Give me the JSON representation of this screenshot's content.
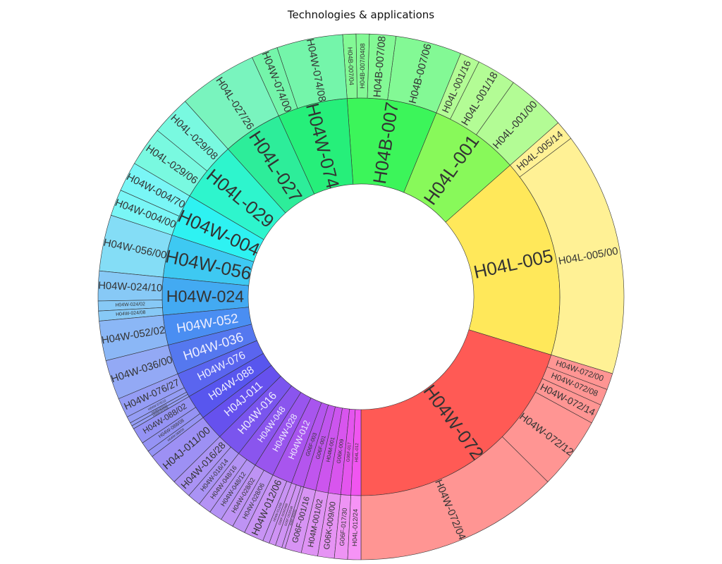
{
  "chart_data": {
    "type": "sunburst",
    "title": "Technologies & applications",
    "inner_ring": [
      {
        "label": "H04W-072",
        "value": 100,
        "color": "#ff5a55"
      },
      {
        "label": "H04L-005",
        "value": 80,
        "color": "#ffe85a"
      },
      {
        "label": "H04L-001",
        "value": 36,
        "color": "#88f95a"
      },
      {
        "label": "H04B-007",
        "value": 36,
        "color": "#3cf55a"
      },
      {
        "label": "H04W-074",
        "value": 28,
        "color": "#26ef7a"
      },
      {
        "label": "H04L-027",
        "value": 24,
        "color": "#2ded9a"
      },
      {
        "label": "H04L-029",
        "value": 24,
        "color": "#2ef5cd"
      },
      {
        "label": "H04W-004",
        "value": 17,
        "color": "#2ef2f2"
      },
      {
        "label": "H04W-056",
        "value": 17,
        "color": "#3ec9f2"
      },
      {
        "label": "H04W-024",
        "value": 15,
        "color": "#43aaf2"
      },
      {
        "label": "H04W-052",
        "value": 12,
        "color": "#4a8ef2"
      },
      {
        "label": "H04W-036",
        "value": 12,
        "color": "#5578ef"
      },
      {
        "label": "H04W-076",
        "value": 10,
        "color": "#5a65ef"
      },
      {
        "label": "H04W-088",
        "value": 10,
        "color": "#5856ee"
      },
      {
        "label": "H04J-011",
        "value": 10,
        "color": "#6651ee"
      },
      {
        "label": "H04W-016",
        "value": 10,
        "color": "#7a55ee"
      },
      {
        "label": "H04W-048",
        "value": 8,
        "color": "#8a55ee"
      },
      {
        "label": "H04W-028",
        "value": 8,
        "color": "#9955ee"
      },
      {
        "label": "H04W-012",
        "value": 8,
        "color": "#a855ee"
      },
      {
        "label": "G06F-003",
        "value": 5,
        "color": "#b455ee"
      },
      {
        "label": "G06F-001",
        "value": 5,
        "color": "#c055ee"
      },
      {
        "label": "H04M-001",
        "value": 5,
        "color": "#cc55ee"
      },
      {
        "label": "G06K-009",
        "value": 5,
        "color": "#d855ee"
      },
      {
        "label": "G06F-017",
        "value": 4,
        "color": "#e455ee"
      },
      {
        "label": "H04L-012",
        "value": 4,
        "color": "#f055f0"
      }
    ],
    "outer_ring": [
      {
        "label": "H04W-072/04",
        "value": 62,
        "parent": "H04W-072"
      },
      {
        "label": "H04W-072/12",
        "value": 22,
        "parent": "H04W-072"
      },
      {
        "label": "H04W-072/14",
        "value": 6,
        "parent": "H04W-072"
      },
      {
        "label": "H04W-072/08",
        "value": 5,
        "parent": "H04W-072"
      },
      {
        "label": "H04W-072/00",
        "value": 5,
        "parent": "H04W-072"
      },
      {
        "label": "H04L-005/00",
        "value": 74,
        "parent": "H04L-005"
      },
      {
        "label": "H04L-005/14",
        "value": 6,
        "parent": "H04L-005"
      },
      {
        "label": "H04L-001/00",
        "value": 18,
        "parent": "H04L-001"
      },
      {
        "label": "H04L-001/18",
        "value": 12,
        "parent": "H04L-001"
      },
      {
        "label": "H04L-001/16",
        "value": 6,
        "parent": "H04L-001"
      },
      {
        "label": "H04B-007/06",
        "value": 20,
        "parent": "H04B-007"
      },
      {
        "label": "H04B-007/08",
        "value": 8,
        "parent": "H04B-007"
      },
      {
        "label": "H04B-007/0408",
        "value": 4,
        "parent": "H04B-007"
      },
      {
        "label": "H04B-007/04",
        "value": 4,
        "parent": "H04B-007"
      },
      {
        "label": "H04W-074/08",
        "value": 20,
        "parent": "H04W-074"
      },
      {
        "label": "H04W-074/00",
        "value": 8,
        "parent": "H04W-074"
      },
      {
        "label": "H04L-027/26",
        "value": 24,
        "parent": "H04L-027"
      },
      {
        "label": "H04L-029/08",
        "value": 12,
        "parent": "H04L-029"
      },
      {
        "label": "H04L-029/06",
        "value": 12,
        "parent": "H04L-029"
      },
      {
        "label": "H04W-004/70",
        "value": 9,
        "parent": "H04W-004"
      },
      {
        "label": "H04W-004/00",
        "value": 8,
        "parent": "H04W-004"
      },
      {
        "label": "H04W-056/00",
        "value": 17,
        "parent": "H04W-056"
      },
      {
        "label": "H04W-024/10",
        "value": 9,
        "parent": "H04W-024"
      },
      {
        "label": "H04W-024/02",
        "value": 3,
        "parent": "H04W-024"
      },
      {
        "label": "H04W-024/08",
        "value": 3,
        "parent": "H04W-024"
      },
      {
        "label": "H04W-052/02",
        "value": 12,
        "parent": "H04W-052"
      },
      {
        "label": "H04W-036/00",
        "value": 12,
        "parent": "H04W-036"
      },
      {
        "label": "H04W-076/27",
        "value": 6,
        "parent": "H04W-076"
      },
      {
        "label": "H04W-076/10",
        "value": 2,
        "parent": "H04W-076"
      },
      {
        "label": "H04W-076/14",
        "value": 1,
        "parent": "H04W-076"
      },
      {
        "label": "H04W-076/28",
        "value": 1,
        "parent": "H04W-076"
      },
      {
        "label": "H04W-088/02",
        "value": 5,
        "parent": "H04W-088"
      },
      {
        "label": "H04W-088/08",
        "value": 3,
        "parent": "H04W-088"
      },
      {
        "label": "H04W-088/06",
        "value": 2,
        "parent": "H04W-088"
      },
      {
        "label": "H04J-011/00",
        "value": 10,
        "parent": "H04J-011"
      },
      {
        "label": "H04W-016/28",
        "value": 6,
        "parent": "H04W-016"
      },
      {
        "label": "H04W-016/14",
        "value": 4,
        "parent": "H04W-016"
      },
      {
        "label": "H04W-048/16",
        "value": 4,
        "parent": "H04W-048"
      },
      {
        "label": "H04W-048/12",
        "value": 4,
        "parent": "H04W-048"
      },
      {
        "label": "H04W-028/02",
        "value": 4,
        "parent": "H04W-028"
      },
      {
        "label": "H04W-028/06",
        "value": 4,
        "parent": "H04W-028"
      },
      {
        "label": "H04W-012/06",
        "value": 6,
        "parent": "H04W-012"
      },
      {
        "label": "H04W-012/08",
        "value": 2,
        "parent": "H04W-012"
      },
      {
        "label": "G06F-003/0488",
        "value": 2,
        "parent": "G06F-003"
      },
      {
        "label": "G06F-003/048",
        "value": 2,
        "parent": "G06F-003"
      },
      {
        "label": "G06F-003/01",
        "value": 1,
        "parent": "G06F-003"
      },
      {
        "label": "G06F-001/16",
        "value": 5,
        "parent": "G06F-001"
      },
      {
        "label": "H04M-001/02",
        "value": 5,
        "parent": "H04M-001"
      },
      {
        "label": "G06K-009/00",
        "value": 5,
        "parent": "G06K-009"
      },
      {
        "label": "G06F-017/30",
        "value": 4,
        "parent": "G06F-017"
      },
      {
        "label": "H04L-012/24",
        "value": 4,
        "parent": "H04L-012"
      }
    ]
  }
}
